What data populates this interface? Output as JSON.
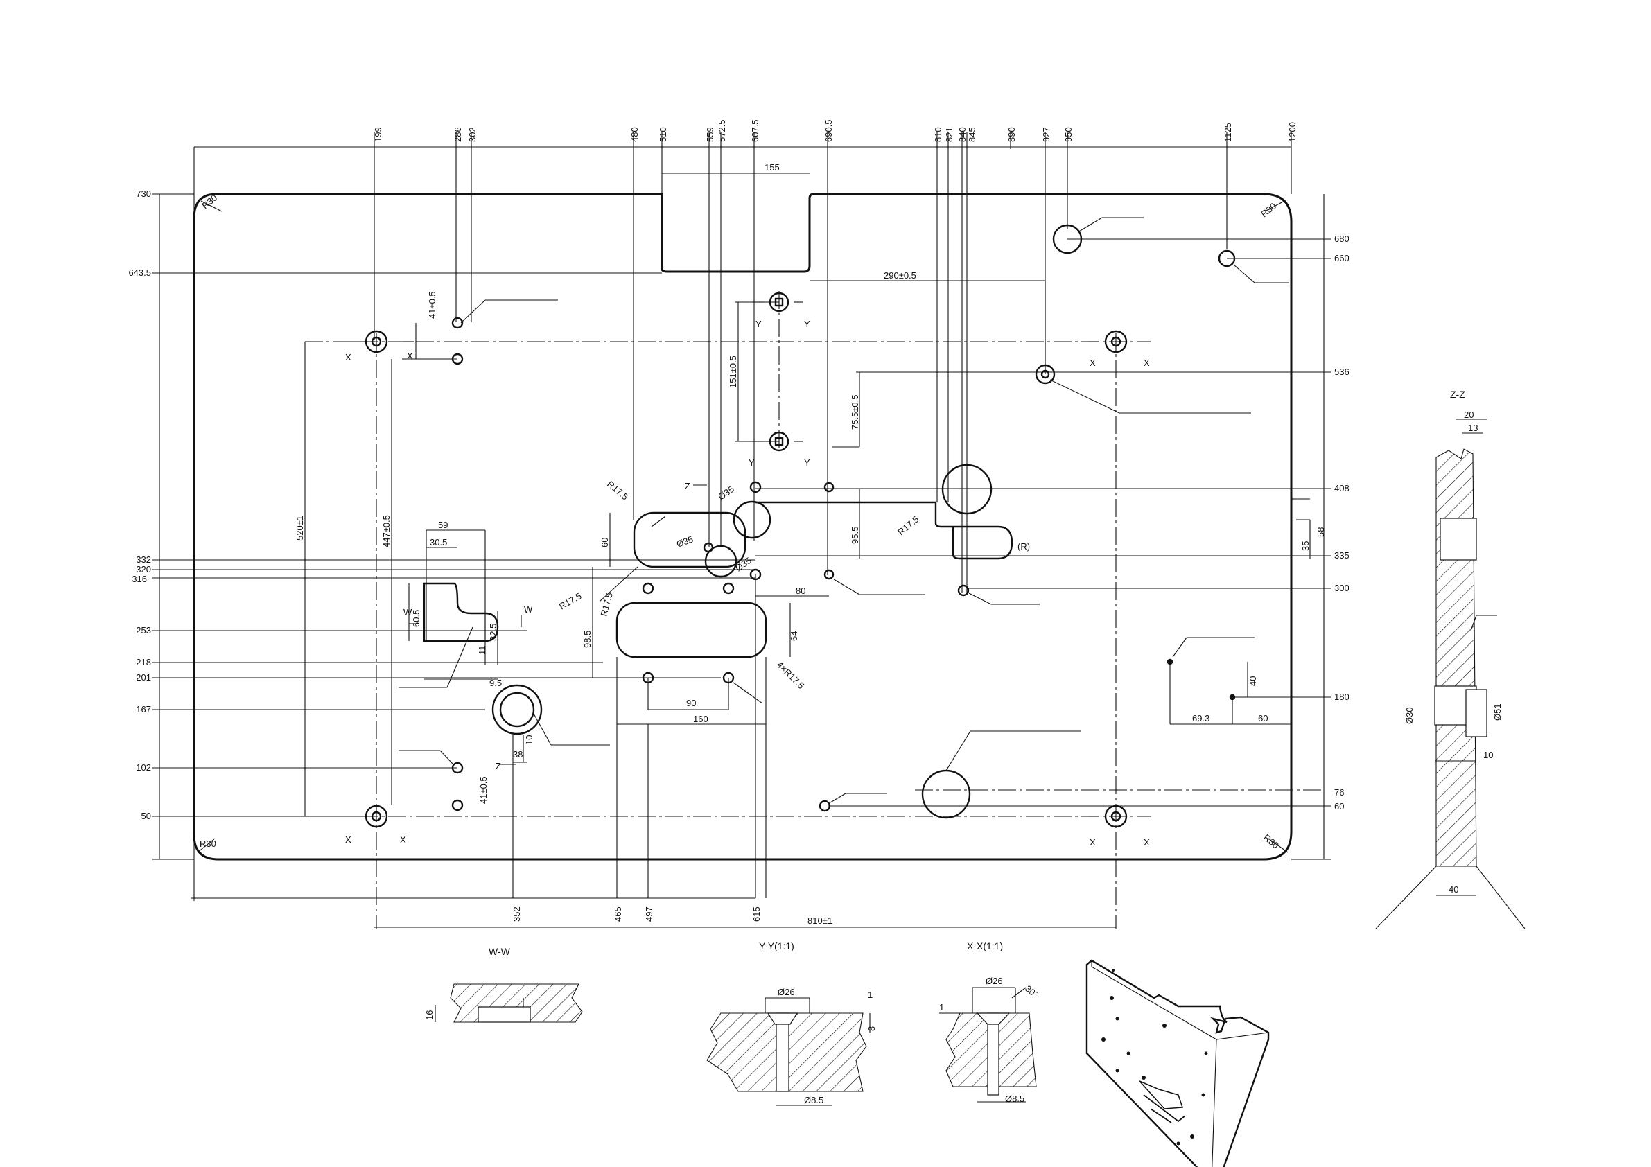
{
  "drawing": {
    "section_labels": {
      "zz": "Z-Z",
      "ww": "W-W",
      "yy": "Y-Y(1:1)",
      "xx": "X-X(1:1)"
    },
    "top_dims": [
      "199",
      "286",
      "302",
      "480",
      "510",
      "559",
      "572.5",
      "607.5",
      "690.5",
      "810",
      "821",
      "840",
      "845",
      "890",
      "927",
      "950",
      "1125",
      "1200"
    ],
    "left_dims": [
      "730",
      "643.5",
      "332",
      "320",
      "316",
      "253",
      "218",
      "201",
      "167",
      "102",
      "50"
    ],
    "right_dims": [
      "680",
      "660",
      "536",
      "408",
      "335",
      "300",
      "180",
      "76",
      "60"
    ],
    "bottom_dims": [
      "352",
      "465",
      "497",
      "615"
    ],
    "bottom_total": "810±1",
    "radius_labels": {
      "r30_tl": "R30",
      "r30_tr": "R30",
      "r30_bl": "R30",
      "r30_br": "R30",
      "r17_a": "R17.5",
      "r17_b": "R17.5",
      "r17_c": "R17.5",
      "r17_d": "R17.5",
      "r17_e": "4×R17.5",
      "r_slot": "(R)"
    },
    "inner_dims": {
      "d155": "155",
      "d290": "290±0.5",
      "d41a": "41±0.5",
      "d151": "151±0.5",
      "d75": "75.5±0.5",
      "d520": "520±1",
      "d447": "447±0.5",
      "d59": "59",
      "d30_5": "30.5",
      "d60_5": "60.5",
      "d32_5": "32.5",
      "d11": "11",
      "d9_5": "9.5",
      "d60": "60",
      "d95_5": "95.5",
      "d98_5": "98.5",
      "d80": "80",
      "d64": "64",
      "d90": "90",
      "d160": "160",
      "d35": "35",
      "d58": "58",
      "d40": "40",
      "d69_3": "69.3",
      "d60b": "60",
      "d38": "38",
      "d10": "10",
      "d41b": "41±0.5",
      "phi35a": "Ø35",
      "phi35b": "Ø35",
      "phi35c": "Ø35"
    },
    "cut_markers": {
      "x": "X",
      "y": "Y",
      "z": "Z",
      "w": "W"
    },
    "zz_dims": {
      "d20": "20",
      "d13": "13",
      "phi30": "Ø30",
      "phi51": "Ø51",
      "d10": "10",
      "d40": "40"
    },
    "ww_dims": {
      "d16": "16"
    },
    "yy_dims": {
      "phi26": "Ø26",
      "phi8_5": "Ø8.5",
      "d1": "1",
      "d8": "8"
    },
    "xx_dims": {
      "phi26": "Ø26",
      "phi8_5": "Ø8.5",
      "d1": "1",
      "angle": "30°"
    }
  }
}
